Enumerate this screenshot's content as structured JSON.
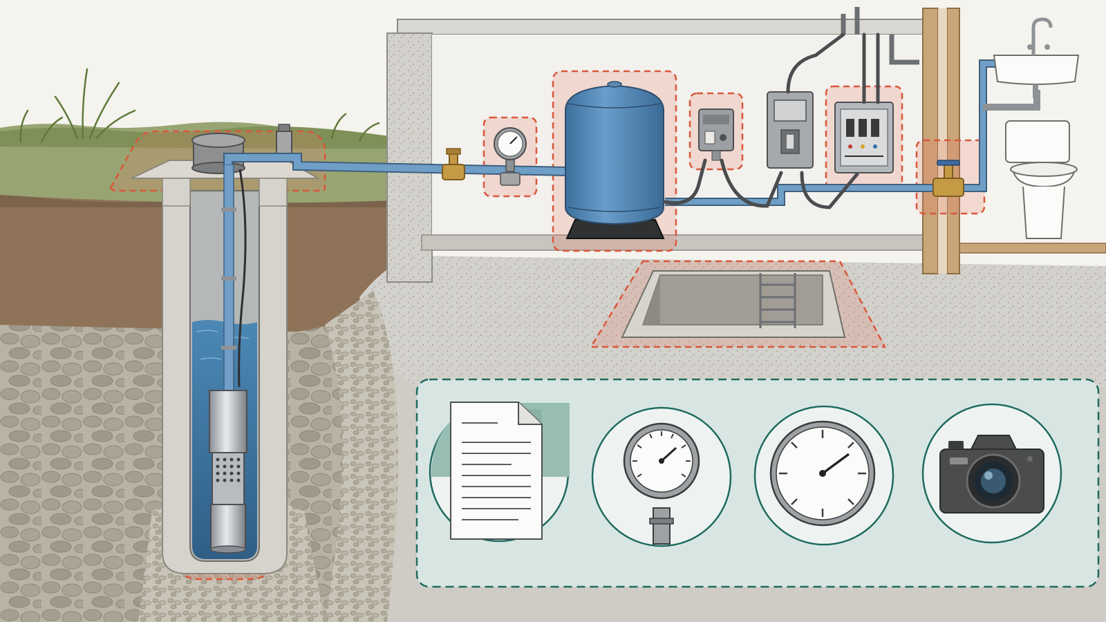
{
  "colors": {
    "highlight": "#d9573a",
    "panel_border": "#1e6a5e",
    "panel_fill": "#d8e6e3",
    "water": "#3f7ca8",
    "tank": "#4f87b8",
    "pipe": "#6f9ec7"
  },
  "components": [
    {
      "id": "wellhead",
      "icon": "well-cap-icon",
      "highlighted": true
    },
    {
      "id": "submersible-pump",
      "icon": "pump-icon",
      "highlighted": true
    },
    {
      "id": "pressure-gauge",
      "icon": "pressure-gauge-icon",
      "highlighted": true
    },
    {
      "id": "pressure-tank",
      "icon": "pressure-tank-icon",
      "highlighted": true
    },
    {
      "id": "pressure-switch",
      "icon": "pressure-switch-icon",
      "highlighted": true
    },
    {
      "id": "electrical-panel",
      "icon": "electrical-panel-icon",
      "highlighted": false
    },
    {
      "id": "control-box",
      "icon": "control-box-icon",
      "highlighted": true
    },
    {
      "id": "main-valve",
      "icon": "valve-icon",
      "highlighted": true
    },
    {
      "id": "pit-access",
      "icon": "ladder-pit-icon",
      "highlighted": true
    }
  ],
  "inspection_tools": [
    {
      "id": "documents",
      "icon": "document-icon"
    },
    {
      "id": "pressure-gauge",
      "icon": "pressure-gauge-icon"
    },
    {
      "id": "timer-dial",
      "icon": "dial-icon"
    },
    {
      "id": "camera",
      "icon": "camera-icon"
    }
  ]
}
